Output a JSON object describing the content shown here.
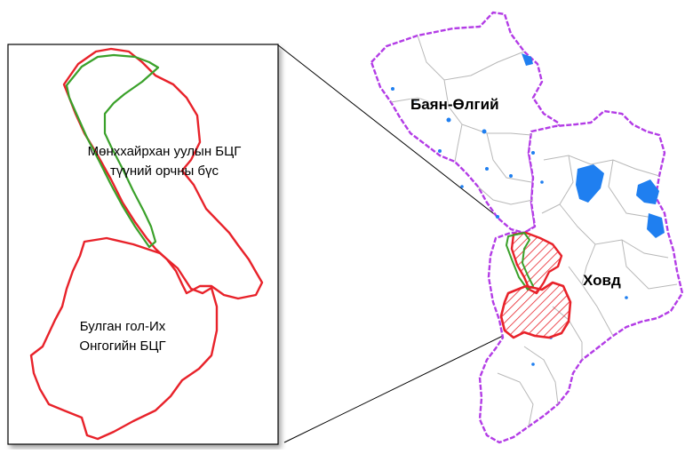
{
  "inset": {
    "label_menkhkhairkhan_line1": "Мөнххайрхан уулын БЦГ",
    "label_menkhkhairkhan_line2": "түүний орчны бүс",
    "label_bulgan_line1": "Булган гол-Их",
    "label_bulgan_line2": "Онгогийн БЦГ"
  },
  "map": {
    "label_bayan_olgii": "Баян-Өлгий",
    "label_khovd": "Ховд"
  },
  "colors": {
    "province_border": "#b33ce6",
    "protected_area_red": "#e8222a",
    "buffer_zone_green": "#3aa12a",
    "water_blue": "#1f7ff0",
    "district_lines": "#b8b8b8",
    "frame": "#000000"
  }
}
